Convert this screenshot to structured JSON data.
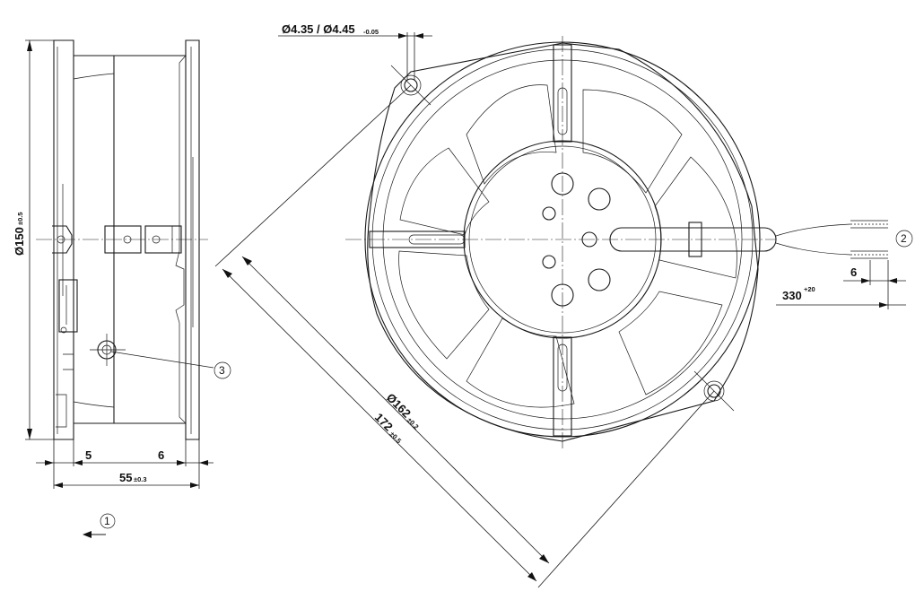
{
  "dimensions": {
    "mount_hole_main": "Ø4.35 / Ø4.45",
    "mount_hole_tol": "-0.05",
    "diameter_150": "Ø150",
    "diameter_150_tol": "±0.5",
    "depth_55": "55",
    "depth_55_tol": "±0.3",
    "offset_5": "5",
    "offset_6": "6",
    "diagonal_162": "Ø162",
    "diagonal_162_tol": "±0.2",
    "diagonal_172": "172",
    "diagonal_172_tol": "±0.5",
    "lead_length": "330",
    "lead_length_tol": "+20",
    "strip_length": "6"
  },
  "callouts": {
    "airflow_direction": "1",
    "lead_wires": "2",
    "ground_screw": "3"
  }
}
